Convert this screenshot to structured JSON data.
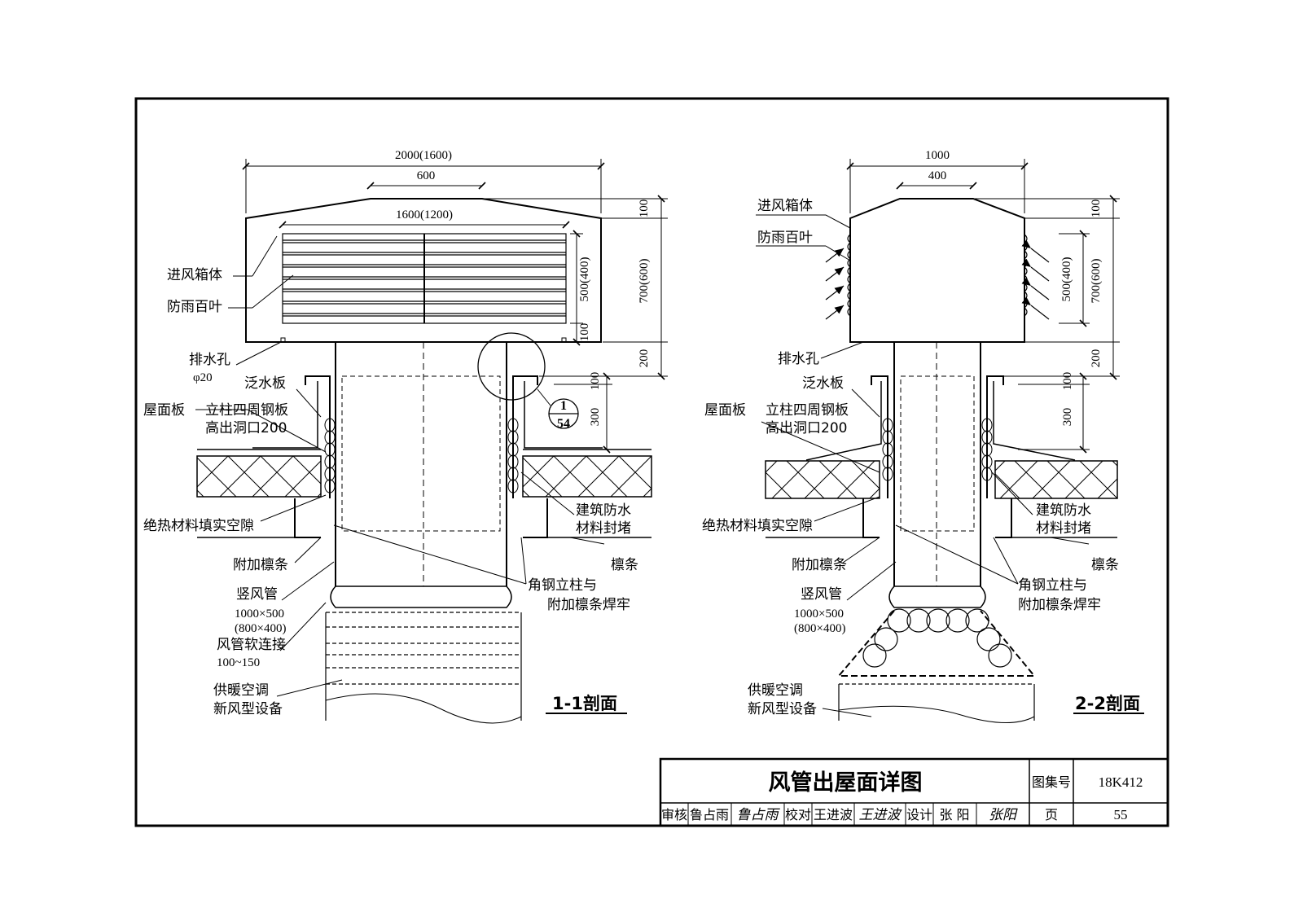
{
  "title_block": {
    "drawing_title": "风管出屋面详图",
    "atlas_label": "图集号",
    "atlas_no": "18K412",
    "review_label": "审核",
    "reviewer": "鲁占雨",
    "reviewer_sig": "鲁占雨",
    "check_label": "校对",
    "checker": "王进波",
    "checker_sig": "王进波",
    "design_label": "设计",
    "designer": "张 阳",
    "designer_sig": "张阳",
    "page_label": "页",
    "page_no": "55"
  },
  "section1": {
    "name": "1-1剖面",
    "dim_total": "2000(1600)",
    "dim_center": "600",
    "dim_louver": "1600(1200)",
    "dim_top": "100",
    "dim_louver_h": "500(400)",
    "dim_bottom": "100",
    "dim_box_h": "700(600)",
    "dim_base": "200",
    "dim_flash": "100",
    "dim_curb": "300",
    "detail_top": "1",
    "detail_bottom": "54",
    "labels": {
      "inlet_box": "进风箱体",
      "rain_louver": "防雨百叶",
      "drain_hole": "排水孔",
      "drain_dia": "φ20",
      "flashing": "泛水板",
      "roof_panel": "屋面板",
      "steel_plate_1": "立柱四周钢板",
      "steel_plate_2": "高出洞口200",
      "insulation": "绝热材料填实空隙",
      "waterproof_1": "建筑防水",
      "waterproof_2": "材料封堵",
      "purlin": "檩条",
      "extra_purlin": "附加檩条",
      "weld_1": "角钢立柱与",
      "weld_2": "附加檩条焊牢",
      "riser": "竖风管",
      "riser_size_1": "1000×500",
      "riser_size_2": "(800×400)",
      "flex_1": "风管软连接",
      "flex_2": "100~150",
      "equip_1": "供暖空调",
      "equip_2": "新风型设备"
    }
  },
  "section2": {
    "name": "2-2剖面",
    "dim_total": "1000",
    "dim_center": "400",
    "dim_top": "100",
    "dim_louver_h": "500(400)",
    "dim_box_h": "700(600)",
    "dim_base": "200",
    "dim_flash": "100",
    "dim_curb": "300",
    "labels": {
      "inlet_box": "进风箱体",
      "rain_louver": "防雨百叶",
      "drain_hole": "排水孔",
      "flashing": "泛水板",
      "roof_panel": "屋面板",
      "steel_plate_1": "立柱四周钢板",
      "steel_plate_2": "高出洞口200",
      "insulation": "绝热材料填实空隙",
      "waterproof_1": "建筑防水",
      "waterproof_2": "材料封堵",
      "purlin": "檩条",
      "extra_purlin": "附加檩条",
      "weld_1": "角钢立柱与",
      "weld_2": "附加檩条焊牢",
      "riser": "竖风管",
      "riser_size_1": "1000×500",
      "riser_size_2": "(800×400)",
      "equip_1": "供暖空调",
      "equip_2": "新风型设备"
    }
  }
}
